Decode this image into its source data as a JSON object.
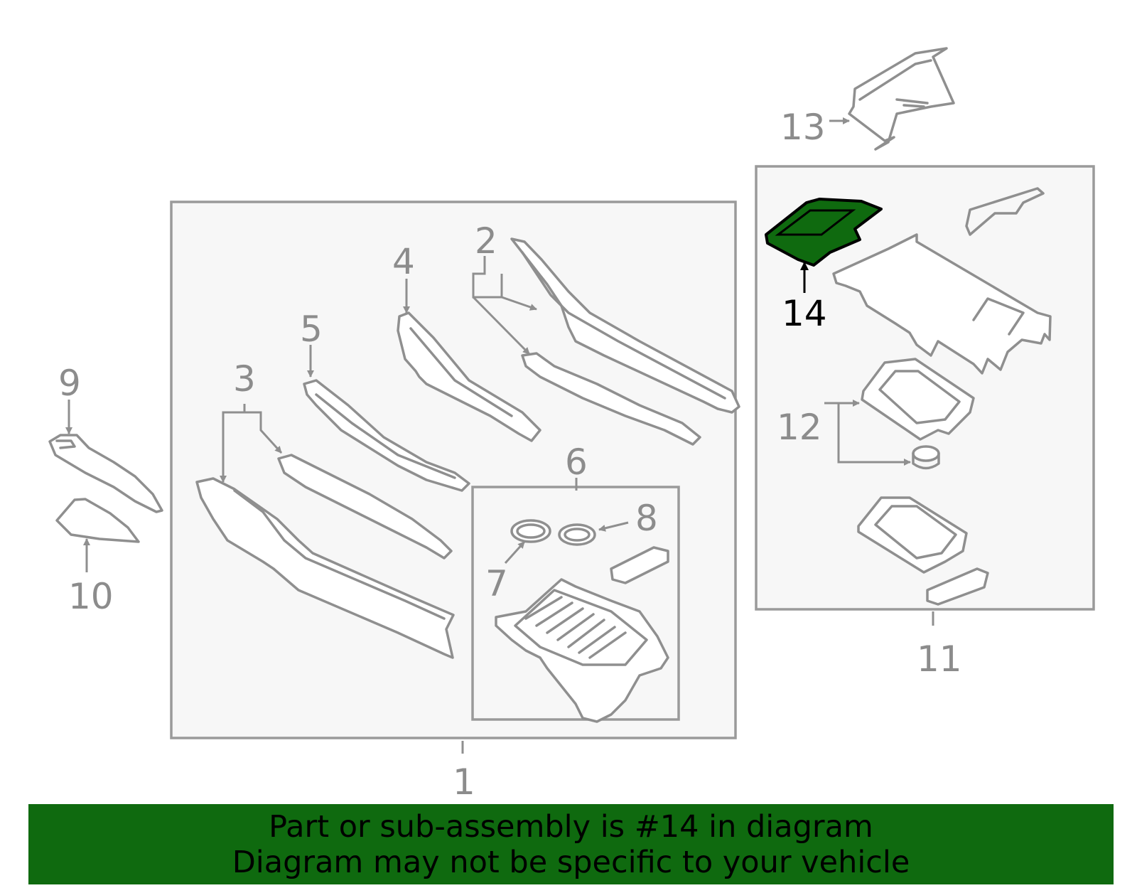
{
  "callouts": {
    "c1": "1",
    "c2": "2",
    "c3": "3",
    "c4": "4",
    "c5": "5",
    "c6": "6",
    "c7": "7",
    "c8": "8",
    "c9": "9",
    "c10": "10",
    "c11": "11",
    "c12": "12",
    "c13": "13",
    "c14": "14"
  },
  "highlight": {
    "part": "14",
    "color": "#0f6a0f"
  },
  "banner": {
    "line1": "Part or sub-assembly is #14 in diagram",
    "line2": "Diagram may not be specific to your vehicle"
  }
}
